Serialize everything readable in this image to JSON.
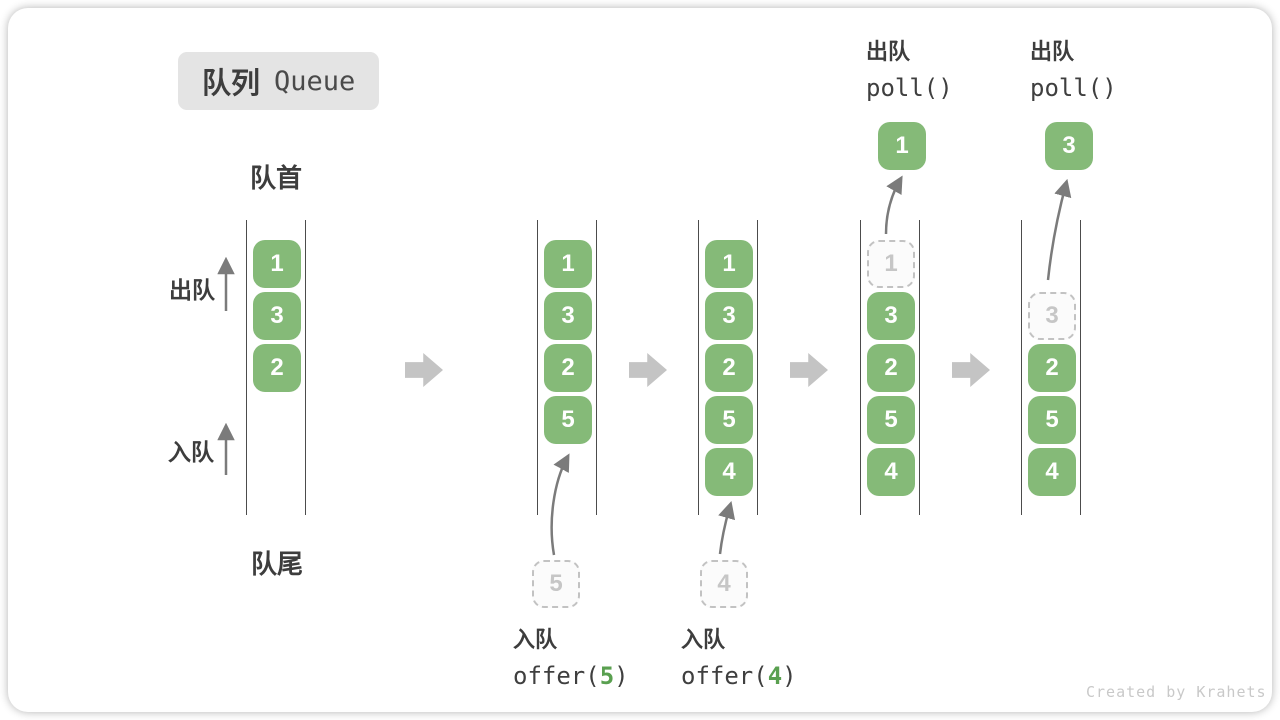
{
  "title": {
    "zh": "队列",
    "en": "Queue"
  },
  "labels": {
    "queue_front": "队首",
    "queue_rear": "队尾",
    "dequeue": "出队",
    "enqueue": "入队",
    "watermark": "Created by Krahets"
  },
  "operations": {
    "poll_first": {
      "caption": "出队",
      "code": "poll()",
      "result": "1"
    },
    "poll_second": {
      "caption": "出队",
      "code": "poll()",
      "result": "3"
    },
    "offer_5": {
      "caption": "入队",
      "code_pre": "offer(",
      "arg": "5",
      "code_post": ")"
    },
    "offer_4": {
      "caption": "入队",
      "code_pre": "offer(",
      "arg": "4",
      "code_post": ")"
    }
  },
  "queue_states": [
    {
      "cells": [
        "1",
        "3",
        "2"
      ]
    },
    {
      "cells": [
        "1",
        "3",
        "2",
        "5"
      ],
      "incoming": "5"
    },
    {
      "cells": [
        "1",
        "3",
        "2",
        "5",
        "4"
      ],
      "incoming": "4"
    },
    {
      "cells": [
        "3",
        "2",
        "5",
        "4"
      ],
      "removed": "1"
    },
    {
      "cells": [
        "2",
        "5",
        "4"
      ],
      "removed": "3"
    }
  ],
  "colors": {
    "cell_green": "#85ba78",
    "code_green": "#5aa050",
    "badge_bg": "#e4e4e4",
    "arrow_gray": "#c4c4c4",
    "line_dark": "#4c4c4c"
  }
}
